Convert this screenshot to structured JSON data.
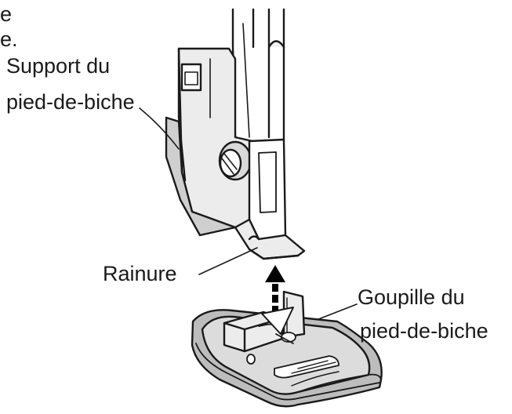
{
  "top_fragment": {
    "line1": "e",
    "line2": "e."
  },
  "labels": {
    "holder_line1": "Support du",
    "holder_line2": "pied-de-biche",
    "groove": "Rainure",
    "pin_line1": "Goupille du",
    "pin_line2": "pied-de-biche"
  },
  "colors": {
    "line": "#1a1a1a",
    "fill_light": "#ececec",
    "fill_mid": "#bdbdbd",
    "fill_dark": "#7a7a7a",
    "arrow": "#000000"
  }
}
